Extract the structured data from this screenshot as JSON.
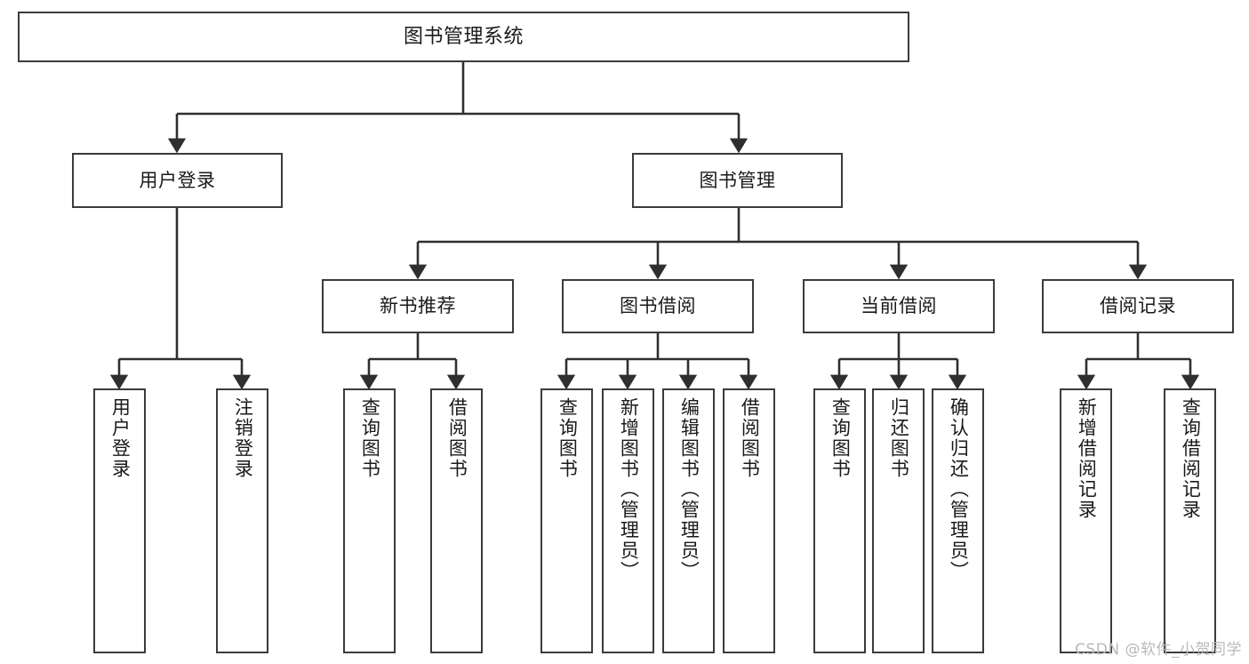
{
  "diagram": {
    "title": "图书管理系统",
    "type": "tree-hierarchy",
    "orientation": "top-down",
    "colors": {
      "box_border": "#3b3b3b",
      "box_fill": "#ffffff",
      "edge": "#2f2f2f",
      "text": "#1a1a1a",
      "watermark": "#b9b9b9",
      "background": "#ffffff"
    }
  },
  "nodes": {
    "root": {
      "label": "图书管理系统"
    },
    "level2": [
      {
        "id": "user-login",
        "label": "用户登录"
      },
      {
        "id": "book-management",
        "label": "图书管理"
      }
    ],
    "level3": [
      {
        "id": "new-book-recommend",
        "label": "新书推荐"
      },
      {
        "id": "book-borrow",
        "label": "图书借阅"
      },
      {
        "id": "current-borrow",
        "label": "当前借阅"
      },
      {
        "id": "borrow-record",
        "label": "借阅记录"
      }
    ],
    "leaves": {
      "user-login": [
        {
          "id": "leaf-user-login",
          "label": "用户登录"
        },
        {
          "id": "leaf-user-logout",
          "label": "注销登录"
        }
      ],
      "new-book-recommend": [
        {
          "id": "leaf-query-book-1",
          "label": "查询图书"
        },
        {
          "id": "leaf-borrow-book-1",
          "label": "借阅图书"
        }
      ],
      "book-borrow": [
        {
          "id": "leaf-query-book-2",
          "label": "查询图书"
        },
        {
          "id": "leaf-add-book",
          "label": "新增图书（管理员）"
        },
        {
          "id": "leaf-edit-book",
          "label": "编辑图书（管理员）"
        },
        {
          "id": "leaf-borrow-book-2",
          "label": "借阅图书"
        }
      ],
      "current-borrow": [
        {
          "id": "leaf-query-book-3",
          "label": "查询图书"
        },
        {
          "id": "leaf-return-book",
          "label": "归还图书"
        },
        {
          "id": "leaf-confirm-return",
          "label": "确认归还（管理员）"
        }
      ],
      "borrow-record": [
        {
          "id": "leaf-add-record",
          "label": "新增借阅记录"
        },
        {
          "id": "leaf-query-record",
          "label": "查询借阅记录"
        }
      ]
    }
  },
  "watermark": {
    "text": "CSDN @软件_小贺同学"
  }
}
